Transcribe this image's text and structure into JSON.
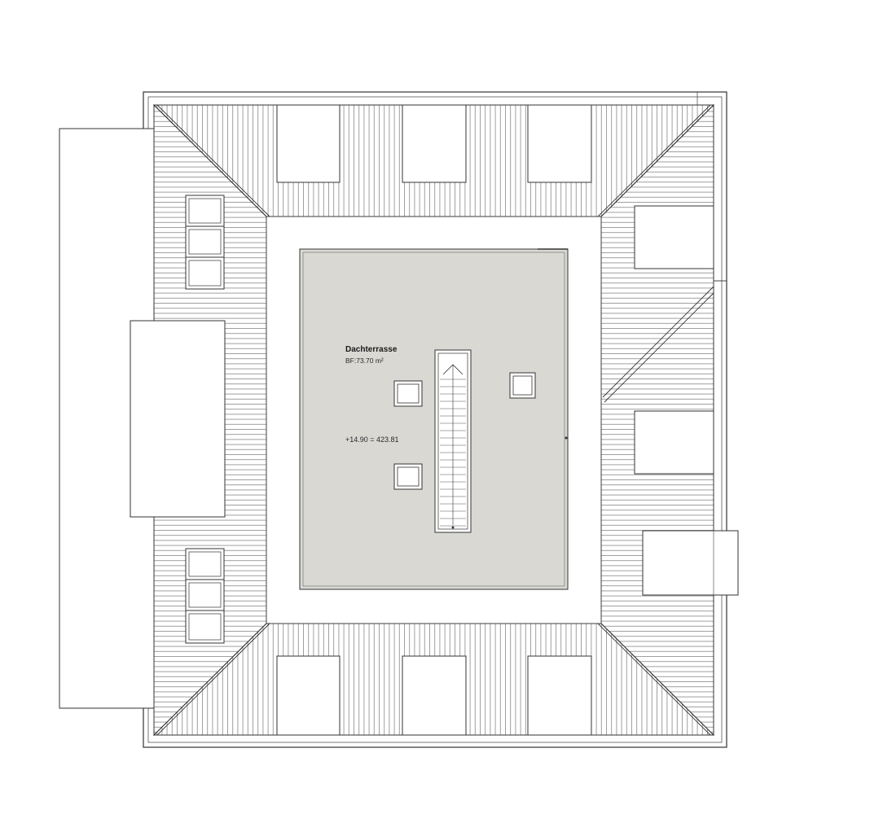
{
  "plan": {
    "room_name": "Dachterrasse",
    "area_label": "BF:73.70 m²",
    "level_label": "+14.90 = 423.81"
  },
  "colors": {
    "background": "#ffffff",
    "line": "#3a3a3a",
    "hatch": "#6e6e6e",
    "terrace_fill": "#d9d8d3"
  }
}
